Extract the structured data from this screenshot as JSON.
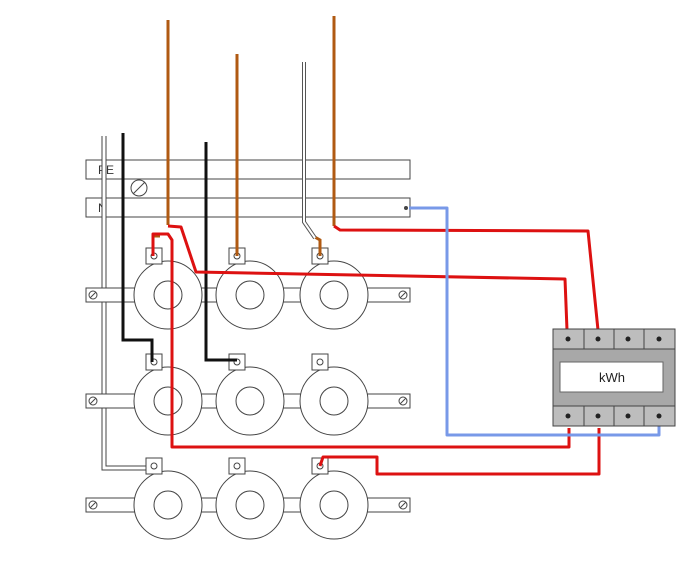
{
  "busbars": {
    "pe_label": "PE",
    "n_label": "N"
  },
  "meter": {
    "label": "kWh"
  },
  "colors": {
    "phase_wire": "#b05a12",
    "feed_wire": "#dd1111",
    "neutral_wire": "#7899e8",
    "black_wire": "#111111",
    "meter_body": "#a8a8a8",
    "outline": "#444444"
  },
  "icons": {
    "terminal_screw": "screw-terminal-icon",
    "fuse": "fuse-holder-icon"
  }
}
